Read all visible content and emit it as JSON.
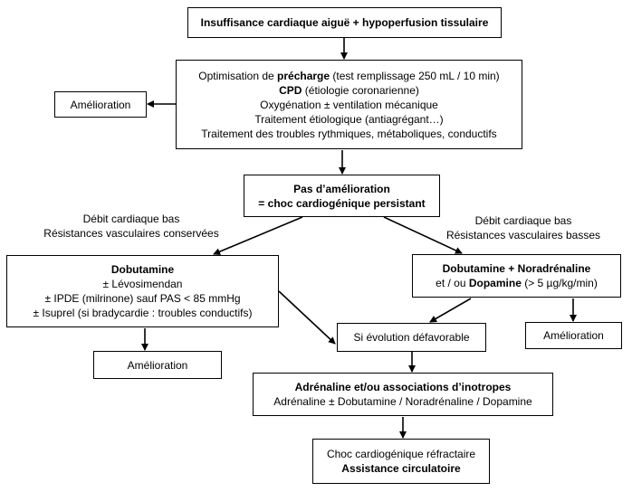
{
  "diagram": {
    "start": {
      "title": "Insuffisance cardiaque aiguë + hypoperfusion tissulaire"
    },
    "optim": {
      "line1_prefix": "Optimisation de ",
      "line1_bold": "précharge",
      "line1_suffix": " (test remplissage 250 mL / 10 min)",
      "line2_bold": "CPD",
      "line2_suffix": " (étiologie coronarienne)",
      "line3": "Oxygénation ± ventilation mécanique",
      "line4": "Traitement étiologique (antiagrégant…)",
      "line5": "Traitement des troubles rythmiques, métaboliques, conductifs"
    },
    "amelioration_left": "Amélioration",
    "pas_amelioration": {
      "line1": "Pas d’amélioration",
      "line2": "= choc cardiogénique persistant"
    },
    "label_left": {
      "line1": "Débit cardiaque bas",
      "line2": "Résistances vasculaires conservées"
    },
    "label_right": {
      "line1": "Débit cardiaque bas",
      "line2": "Résistances vasculaires basses"
    },
    "dobu_box": {
      "title": "Dobutamine",
      "line2": "± Lévosimendan",
      "line3": "± IPDE (milrinone) sauf PAS < 85 mmHg",
      "line4": "± Isuprel (si bradycardie : troubles conductifs)"
    },
    "dobu_nora_box": {
      "line1": "Dobutamine + Noradrénaline",
      "line2_prefix": "et / ou ",
      "line2_bold": "Dopamine",
      "line2_suffix": " (> 5 µg/kg/min)"
    },
    "amelioration_mid": "Amélioration",
    "amelioration_right": "Amélioration",
    "evolution": "Si évolution défavorable",
    "adrenaline_box": {
      "line1": "Adrénaline et/ou associations d’inotropes",
      "line2": "Adrénaline ± Dobutamine / Noradrénaline / Dopamine"
    },
    "refractaire_box": {
      "line1": "Choc cardiogénique réfractaire",
      "line2": "Assistance circulatoire"
    }
  }
}
